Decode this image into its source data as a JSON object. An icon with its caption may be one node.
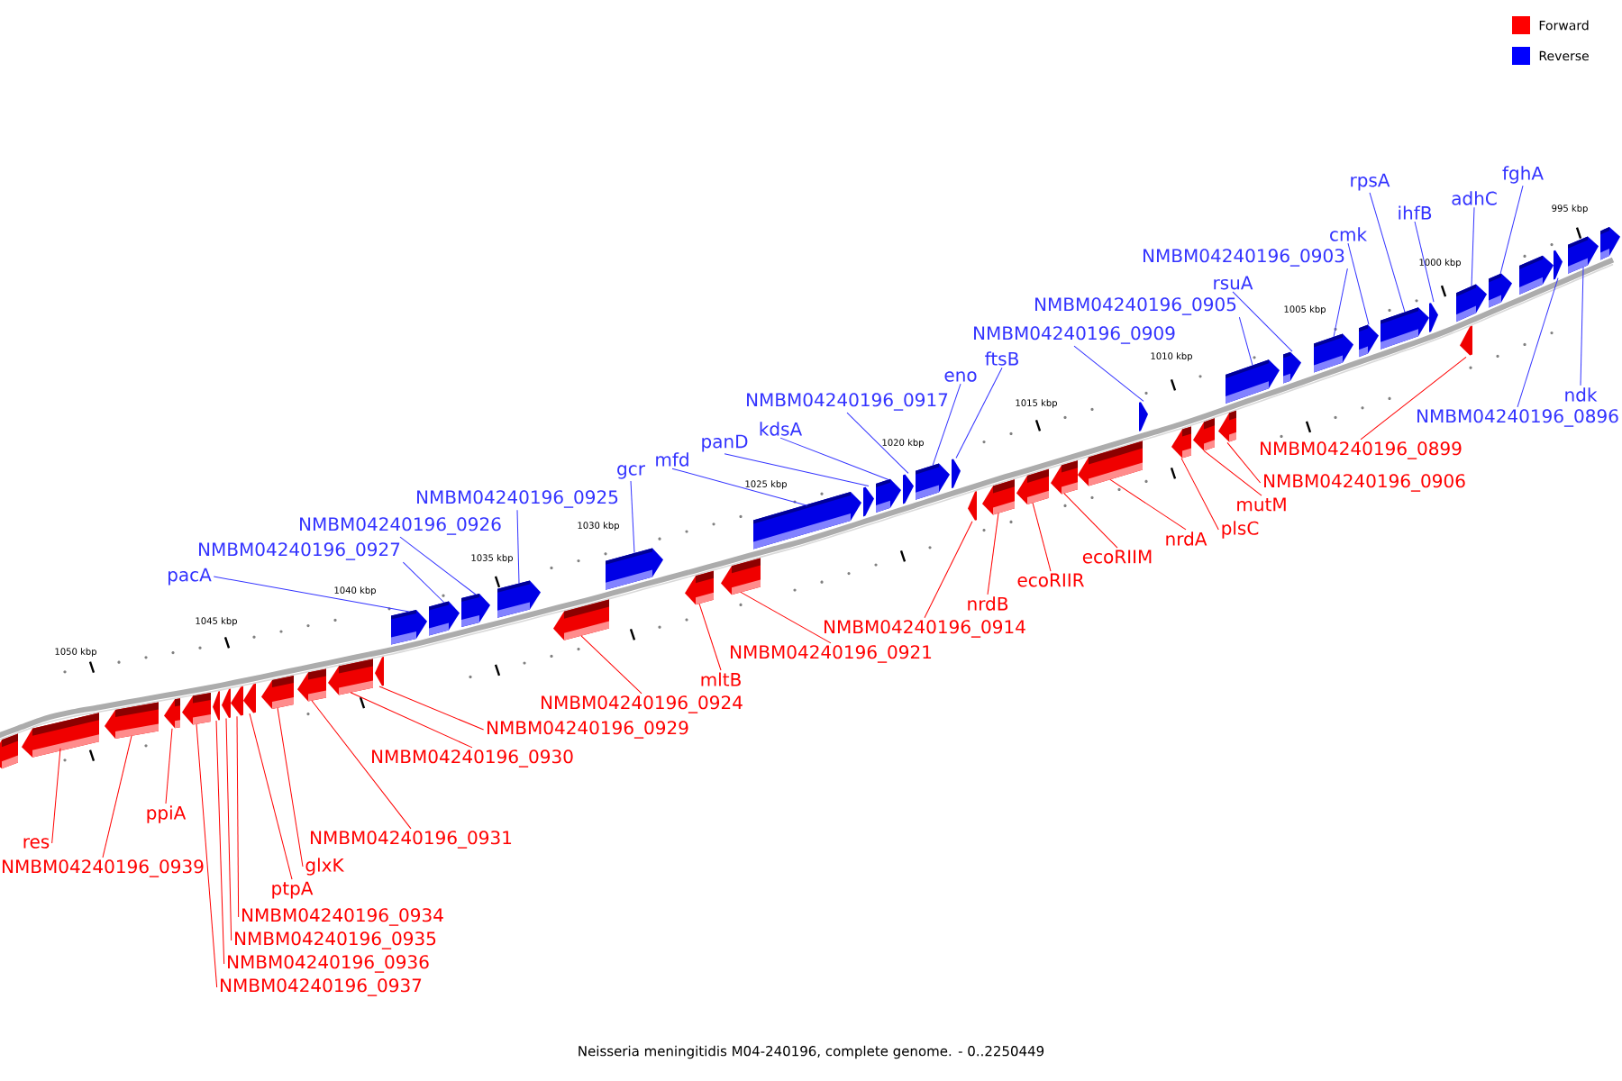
{
  "diagram": {
    "caption": "Neisseria meningitidis M04-240196, complete genome. - 0..2250449",
    "nodes": [
      {
        "text": [
          "pacA"
        ]
      },
      {
        "text": [
          "NMBM04240196_0927"
        ]
      },
      {
        "text": [
          "NMBM04240196_0926"
        ]
      },
      {
        "text": [
          "NMBM04240196_0925"
        ]
      },
      {
        "text": [
          "gcr"
        ]
      },
      {
        "text": [
          "mfd"
        ]
      },
      {
        "text": [
          "panD"
        ]
      },
      {
        "text": [
          "kdsA"
        ]
      },
      {
        "text": [
          "NMBM04240196_0917"
        ]
      },
      {
        "text": [
          "eno"
        ]
      },
      {
        "text": [
          "ftsB"
        ]
      },
      {
        "text": [
          "NMBM04240196_0909"
        ]
      },
      {
        "text": [
          "NMBM04240196_0905"
        ]
      },
      {
        "text": [
          "rsuA"
        ]
      },
      {
        "text": [
          "NMBM04240196_0903"
        ]
      },
      {
        "text": [
          "cmk"
        ]
      },
      {
        "text": [
          "rpsA"
        ]
      },
      {
        "text": [
          "ihfB"
        ]
      },
      {
        "text": [
          "adhC"
        ]
      },
      {
        "text": [
          "fghA"
        ]
      },
      {
        "text": [
          "ndk"
        ]
      },
      {
        "text": [
          "NMBM04240196_0896"
        ]
      },
      {
        "text": [
          "NMBM04240196_0899"
        ]
      },
      {
        "text": [
          "NMBM04240196_0906"
        ]
      },
      {
        "text": [
          "mutM"
        ]
      },
      {
        "text": [
          "plsC"
        ]
      },
      {
        "text": [
          "nrdA"
        ]
      },
      {
        "text": [
          "ecoRIIM"
        ]
      },
      {
        "text": [
          "ecoRIIR"
        ]
      },
      {
        "text": [
          "nrdB"
        ]
      },
      {
        "text": [
          "NMBM04240196_0914"
        ]
      },
      {
        "text": [
          "NMBM04240196_0921"
        ]
      },
      {
        "text": [
          "mltB"
        ]
      },
      {
        "text": [
          "NMBM04240196_0924"
        ]
      },
      {
        "text": [
          "NMBM04240196_0929"
        ]
      },
      {
        "text": [
          "NMBM04240196_0930"
        ]
      },
      {
        "text": [
          "NMBM04240196_0931"
        ]
      },
      {
        "text": [
          "glxK"
        ]
      },
      {
        "text": [
          "ptpA"
        ]
      },
      {
        "text": [
          "NMBM04240196_0934"
        ]
      },
      {
        "text": [
          "NMBM04240196_0935"
        ]
      },
      {
        "text": [
          "NMBM04240196_0936"
        ]
      },
      {
        "text": [
          "NMBM04240196_0937"
        ]
      },
      {
        "text": [
          "ppiA"
        ]
      },
      {
        "text": [
          "NMBM04240196_0939"
        ]
      },
      {
        "text": [
          "res"
        ]
      },
      {
        "text": [],
        "shape": "arrow"
      },
      {
        "text": [],
        "shape": "arrow"
      },
      {
        "text": [],
        "shape": "arrow"
      },
      {
        "text": [],
        "shape": "arrow"
      },
      {
        "text": [],
        "shape": "arrow"
      },
      {
        "text": [],
        "shape": "arrow"
      },
      {
        "text": [],
        "shape": "arrow"
      },
      {
        "text": [],
        "shape": "arrow"
      },
      {
        "text": [],
        "shape": "arrow"
      },
      {
        "text": [],
        "shape": "arrow"
      },
      {
        "text": [],
        "shape": "arrow"
      },
      {
        "text": [],
        "shape": "arrow"
      },
      {
        "text": [],
        "shape": "arrow"
      },
      {
        "text": [],
        "shape": "arrow"
      },
      {
        "text": [],
        "shape": "arrow"
      },
      {
        "text": [],
        "shape": "arrow"
      },
      {
        "text": [],
        "shape": "arrow"
      },
      {
        "text": [],
        "shape": "arrow"
      },
      {
        "text": [],
        "shape": "arrow"
      },
      {
        "text": [],
        "shape": "arrow"
      },
      {
        "text": [],
        "shape": "arrow"
      },
      {
        "text": [],
        "shape": "arrow"
      },
      {
        "text": [],
        "shape": "arrow"
      },
      {
        "text": [],
        "shape": "arrow"
      },
      {
        "text": [],
        "shape": "arrow"
      },
      {
        "text": [],
        "shape": "arrow"
      },
      {
        "text": [],
        "shape": "arrow"
      },
      {
        "text": [],
        "shape": "arrow"
      },
      {
        "text": [],
        "shape": "arrow"
      },
      {
        "text": [],
        "shape": "arrow"
      },
      {
        "text": [],
        "shape": "arrow"
      },
      {
        "text": [],
        "shape": "arrow"
      },
      {
        "text": [],
        "shape": "arrow"
      },
      {
        "text": [],
        "shape": "arrow"
      },
      {
        "text": [],
        "shape": "arrow"
      },
      {
        "text": [],
        "shape": "arrow"
      },
      {
        "text": [],
        "shape": "arrow"
      },
      {
        "text": [],
        "shape": "arrow"
      },
      {
        "text": [],
        "shape": "arrow"
      },
      {
        "text": [],
        "shape": "arrow"
      },
      {
        "text": [],
        "shape": "arrow"
      },
      {
        "text": [],
        "shape": "arrow"
      },
      {
        "text": [],
        "shape": "arrow"
      },
      {
        "text": [],
        "shape": "arrow"
      },
      {
        "text": [],
        "shape": "arrow"
      },
      {
        "text": [],
        "shape": "arrow"
      },
      {
        "text": [],
        "shape": "arrow"
      },
      {
        "text": [],
        "shape": "arrow"
      },
      {
        "text": [],
        "shape": "arrow"
      }
    ],
    "edges": [
      {
        "from": 0,
        "to": 46,
        "arrow": "none",
        "color": "#3333ff"
      },
      {
        "from": 1,
        "to": 47,
        "arrow": "none",
        "color": "#3333ff"
      },
      {
        "from": 2,
        "to": 48,
        "arrow": "none",
        "color": "#3333ff"
      },
      {
        "from": 3,
        "to": 49,
        "arrow": "none",
        "color": "#3333ff"
      },
      {
        "from": 4,
        "to": 50,
        "arrow": "none",
        "color": "#3333ff"
      },
      {
        "from": 5,
        "to": 51,
        "arrow": "none",
        "color": "#3333ff"
      },
      {
        "from": 6,
        "to": 52,
        "arrow": "none",
        "color": "#3333ff"
      },
      {
        "from": 7,
        "to": 53,
        "arrow": "none",
        "color": "#3333ff"
      },
      {
        "from": 8,
        "to": 54,
        "arrow": "none",
        "color": "#3333ff"
      },
      {
        "from": 9,
        "to": 55,
        "arrow": "none",
        "color": "#3333ff"
      },
      {
        "from": 10,
        "to": 56,
        "arrow": "none",
        "color": "#3333ff"
      },
      {
        "from": 11,
        "to": 57,
        "arrow": "none",
        "color": "#3333ff"
      },
      {
        "from": 12,
        "to": 58,
        "arrow": "none",
        "color": "#3333ff"
      },
      {
        "from": 13,
        "to": 59,
        "arrow": "none",
        "color": "#3333ff"
      },
      {
        "from": 14,
        "to": 60,
        "arrow": "none",
        "color": "#3333ff"
      },
      {
        "from": 15,
        "to": 61,
        "arrow": "none",
        "color": "#3333ff"
      },
      {
        "from": 16,
        "to": 62,
        "arrow": "none",
        "color": "#3333ff"
      },
      {
        "from": 17,
        "to": 63,
        "arrow": "none",
        "color": "#3333ff"
      },
      {
        "from": 18,
        "to": 64,
        "arrow": "none",
        "color": "#3333ff"
      },
      {
        "from": 19,
        "to": 65,
        "arrow": "none",
        "color": "#3333ff"
      },
      {
        "from": 20,
        "to": 68,
        "arrow": "none",
        "color": "#3333ff"
      },
      {
        "from": 21,
        "to": 67,
        "arrow": "none",
        "color": "#3333ff"
      },
      {
        "from": 22,
        "to": 94,
        "arrow": "none"
      },
      {
        "from": 23,
        "to": 93,
        "arrow": "none"
      },
      {
        "from": 24,
        "to": 92,
        "arrow": "none"
      },
      {
        "from": 25,
        "to": 91,
        "arrow": "none"
      },
      {
        "from": 26,
        "to": 90,
        "arrow": "none"
      },
      {
        "from": 27,
        "to": 89,
        "arrow": "none"
      },
      {
        "from": 28,
        "to": 88,
        "arrow": "none"
      },
      {
        "from": 29,
        "to": 87,
        "arrow": "none"
      },
      {
        "from": 30,
        "to": 86,
        "arrow": "none"
      },
      {
        "from": 31,
        "to": 85,
        "arrow": "none"
      },
      {
        "from": 32,
        "to": 84,
        "arrow": "none"
      },
      {
        "from": 33,
        "to": 83,
        "arrow": "none"
      },
      {
        "from": 34,
        "to": 82,
        "arrow": "none"
      },
      {
        "from": 35,
        "to": 81,
        "arrow": "none"
      },
      {
        "from": 36,
        "to": 80,
        "arrow": "none"
      },
      {
        "from": 37,
        "to": 79,
        "arrow": "none"
      },
      {
        "from": 38,
        "to": 78,
        "arrow": "none"
      },
      {
        "from": 39,
        "to": 77,
        "arrow": "none"
      },
      {
        "from": 40,
        "to": 76,
        "arrow": "none"
      },
      {
        "from": 41,
        "to": 75,
        "arrow": "none"
      },
      {
        "from": 42,
        "to": 74,
        "arrow": "none"
      },
      {
        "from": 43,
        "to": 73,
        "arrow": "none"
      },
      {
        "from": 44,
        "to": 72,
        "arrow": "none"
      },
      {
        "from": 45,
        "to": 71,
        "arrow": "none"
      }
    ],
    "labels": [
      "995 kbp",
      "1000 kbp",
      "1005 kbp",
      "1010 kbp",
      "1015 kbp",
      "1020 kbp",
      "1025 kbp",
      "1030 kbp",
      "1035 kbp",
      "1040 kbp",
      "1045 kbp",
      "1050 kbp"
    ],
    "legend": [
      {
        "text": "Forward",
        "color": "#ff0000"
      },
      {
        "text": "Reverse",
        "color": "#0000ff"
      }
    ]
  }
}
